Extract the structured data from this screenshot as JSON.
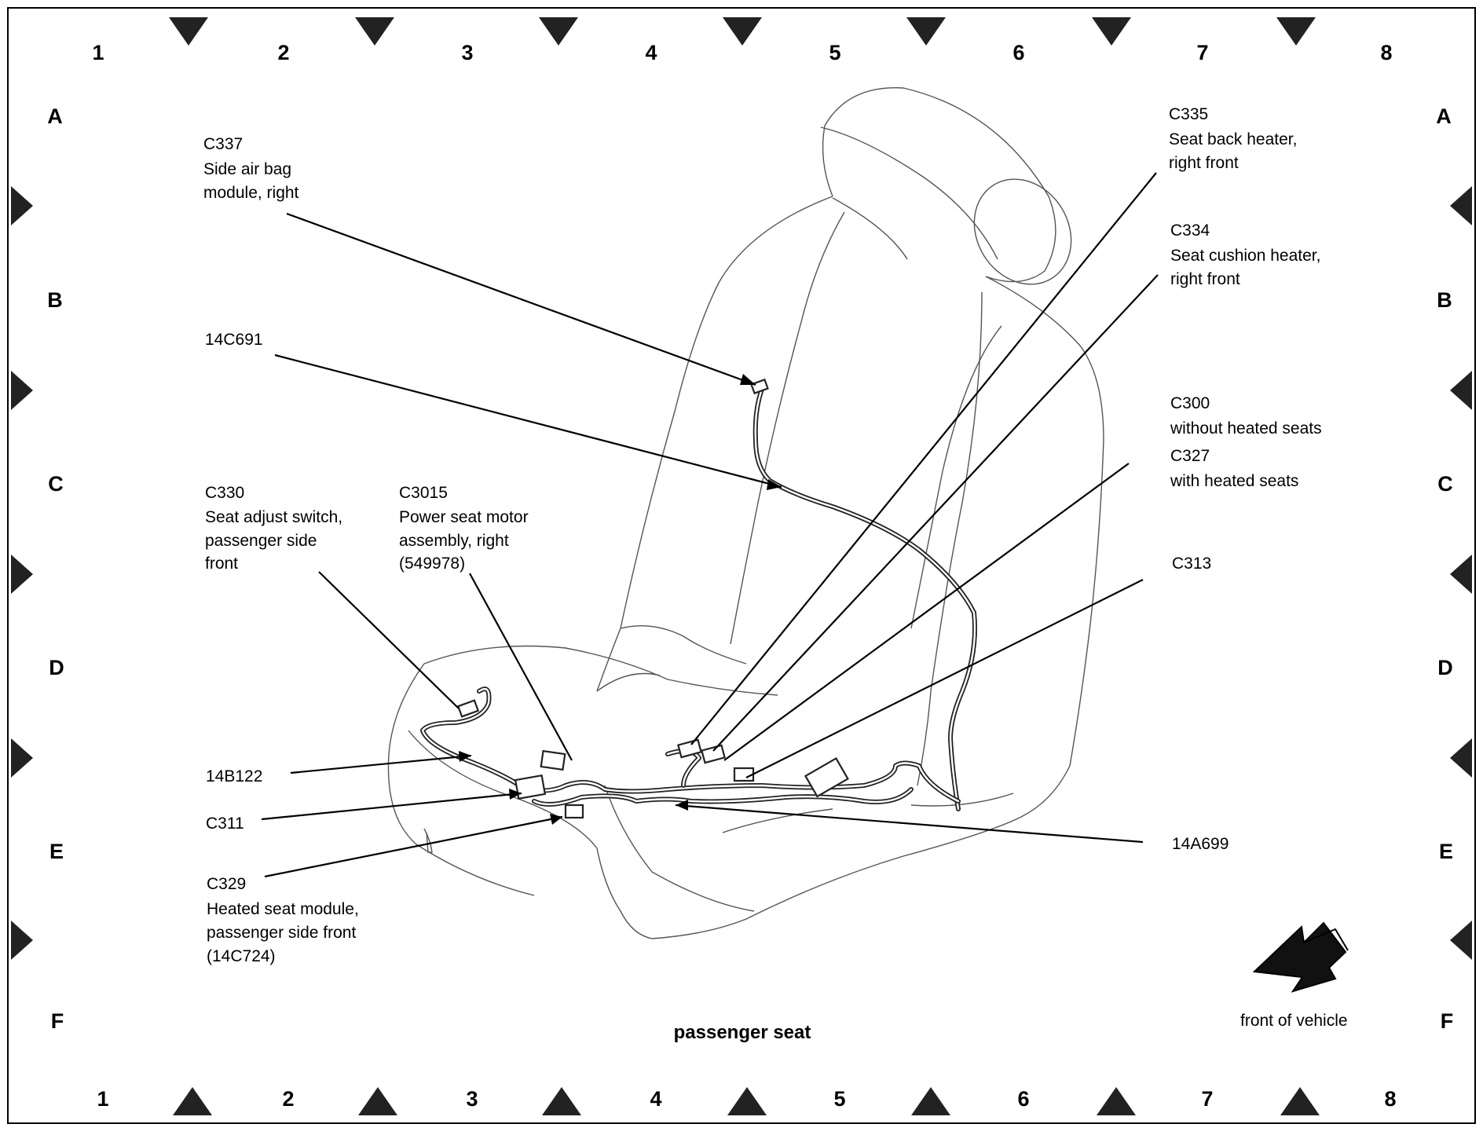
{
  "grid": {
    "columns": [
      "1",
      "2",
      "3",
      "4",
      "5",
      "6",
      "7",
      "8"
    ],
    "rows": [
      "A",
      "B",
      "C",
      "D",
      "E",
      "F"
    ]
  },
  "caption": "passenger seat",
  "front_label": "front of vehicle",
  "callouts": {
    "c337": [
      "C337",
      "Side air bag",
      "module, right"
    ],
    "h14c691": [
      "14C691"
    ],
    "c330": [
      "C330",
      "Seat adjust switch,",
      "passenger side",
      "front"
    ],
    "c3015": [
      "C3015",
      "Power seat motor",
      "assembly, right",
      "(549978)"
    ],
    "h14b122": [
      "14B122"
    ],
    "c311": [
      "C311"
    ],
    "c329": [
      "C329",
      "Heated seat module,",
      "passenger side front",
      "(14C724)"
    ],
    "c335": [
      "C335",
      "Seat back heater,",
      "right front"
    ],
    "c334": [
      "C334",
      "Seat cushion heater,",
      "right front"
    ],
    "c300": [
      "C300",
      "without heated seats",
      "C327",
      "with heated seats"
    ],
    "c313": [
      "C313"
    ],
    "h14a699": [
      "14A699"
    ]
  }
}
